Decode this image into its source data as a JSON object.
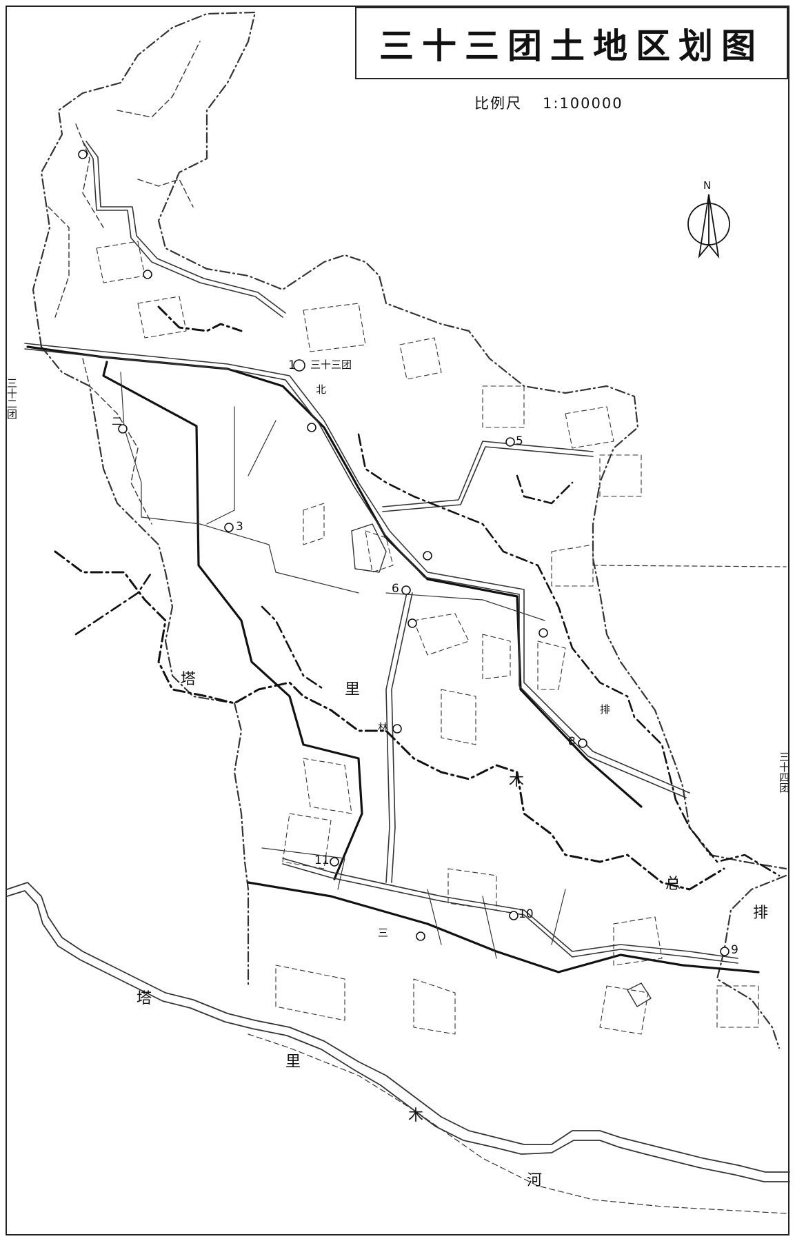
{
  "map": {
    "title": "三十三团土地区划图",
    "scale_label": "比例尺",
    "scale_ratio": "1:100000",
    "north_symbol": "N"
  },
  "labels": {
    "hq": "三十三团",
    "bei": "北",
    "west_neighbor": "三十二团",
    "east_neighbor": "三十四团",
    "canal_ta": "塔",
    "canal_li": "里",
    "canal_mu": "木",
    "canal_lin": "林",
    "paigan_pai": "排",
    "zongpai_zong": "总",
    "zongpai_pai": "排",
    "river_ta": "塔",
    "river_li": "里",
    "river_mu": "木",
    "river_he": "河",
    "san": "三",
    "er": "二"
  },
  "stations": [
    "1",
    "3",
    "5",
    "6",
    "8",
    "9",
    "10",
    "11"
  ]
}
